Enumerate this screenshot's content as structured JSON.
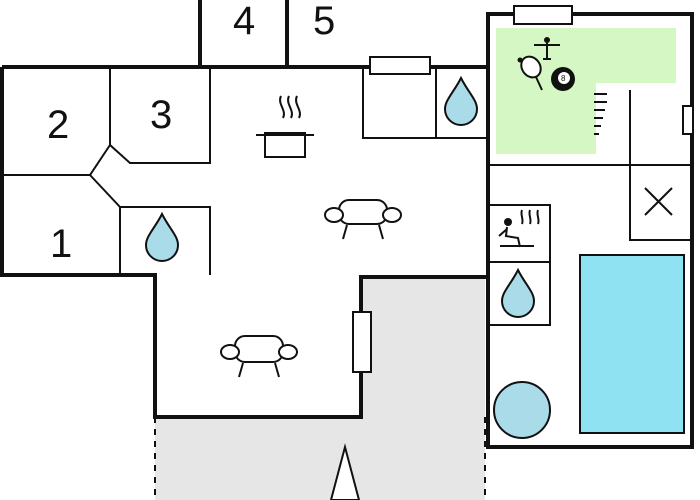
{
  "rooms": [
    {
      "id": "room-1",
      "label": "1"
    },
    {
      "id": "room-2",
      "label": "2"
    },
    {
      "id": "room-3",
      "label": "3"
    },
    {
      "id": "room-4",
      "label": "4"
    },
    {
      "id": "room-5",
      "label": "5"
    }
  ],
  "icons": [
    "water-drop-icon",
    "sofa-icon",
    "cooking-pot-icon",
    "sauna-icon",
    "table-tennis-icon",
    "billiard-ball-icon",
    "table-football-icon",
    "stairs-icon",
    "radiator-icon",
    "closet-x-icon",
    "swimming-pool",
    "hot-tub"
  ],
  "colors": {
    "water": "#a9dbe8",
    "pool": "#8fe2f2",
    "game_room": "#d4f7c3",
    "terrace": "#e6e6e6",
    "walls": "#111111"
  }
}
